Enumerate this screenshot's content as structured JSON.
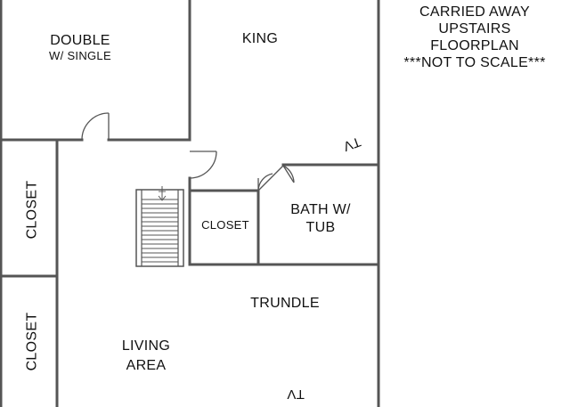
{
  "title": {
    "line1": "CARRIED AWAY",
    "line2": "UPSTAIRS",
    "line3": "FLOORPLAN",
    "line4": "***NOT TO SCALE***"
  },
  "rooms": {
    "double": {
      "line1": "DOUBLE",
      "line2": "W/ SINGLE"
    },
    "king": "KING",
    "closet_left_upper": "CLOSET",
    "closet_left_lower": "CLOSET",
    "closet_middle": "CLOSET",
    "bath": {
      "line1": "BATH W/",
      "line2": "TUB"
    },
    "trundle": "TRUNDLE",
    "living": {
      "line1": "LIVING",
      "line2": "AREA"
    }
  },
  "tv_marks": {
    "king": "TV",
    "trundle": "TV"
  }
}
